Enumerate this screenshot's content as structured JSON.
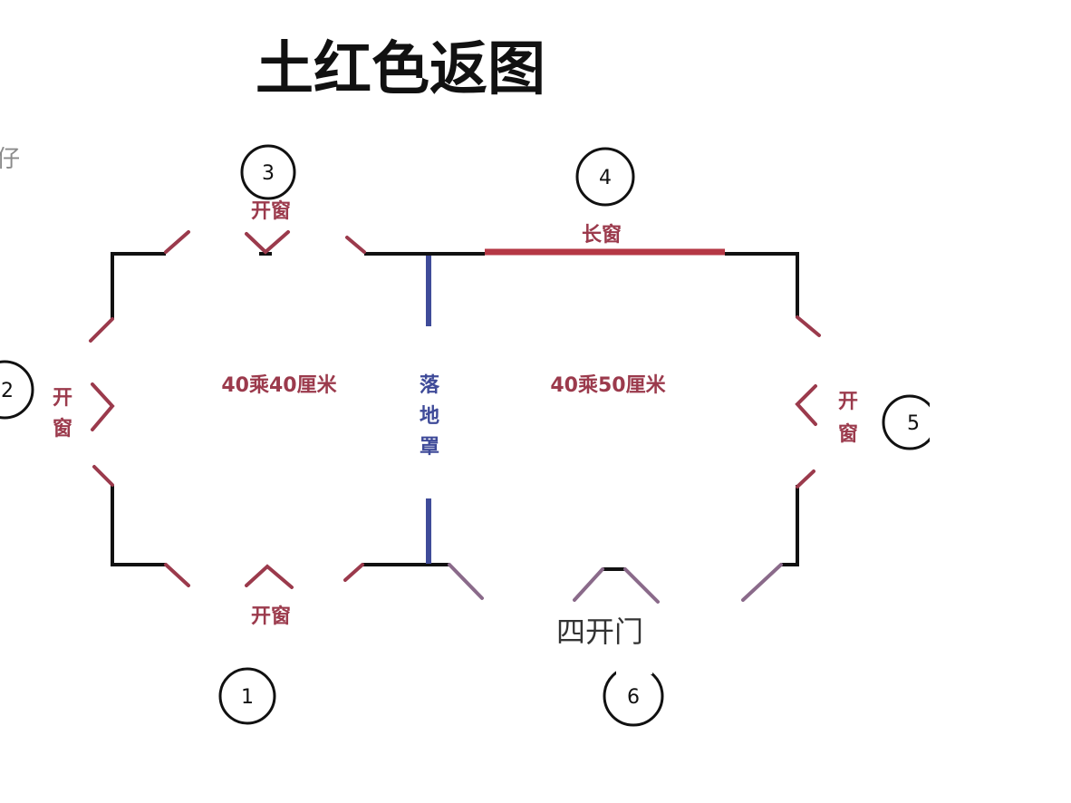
{
  "title": "土红色返图",
  "corner_text": "仔",
  "labels": {
    "window_3": "开窗",
    "window_4": "长窗",
    "window_2_top": "开",
    "window_2_bottom": "窗",
    "window_5_top": "开",
    "window_5_bottom": "窗",
    "window_1": "开窗",
    "left_room_size": "40乘40厘米",
    "right_room_size": "40乘50厘米",
    "curtain_1": "落",
    "curtain_2": "地",
    "curtain_3": "罩",
    "door": "四开门"
  },
  "markers": [
    "1",
    "2",
    "3",
    "4",
    "5",
    "6"
  ],
  "colors": {
    "wall": "#111111",
    "window": "#9b3a4c",
    "curtain": "#3f4b99",
    "door": "#8a6a8a"
  }
}
